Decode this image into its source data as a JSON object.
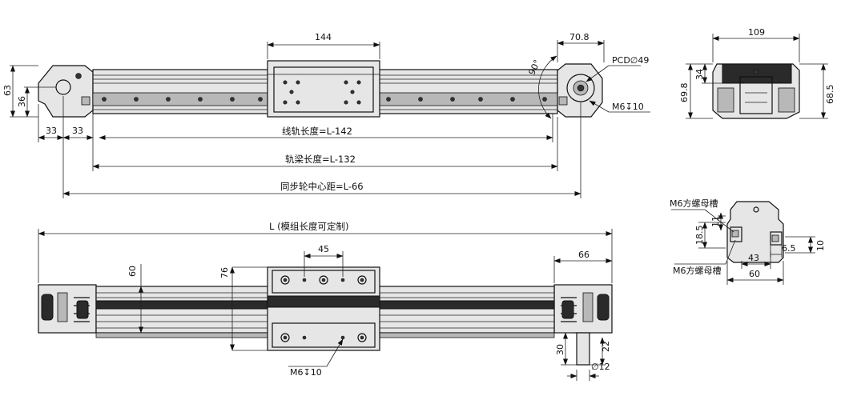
{
  "top_view": {
    "dim_144": "144",
    "dim_70_8": "70.8",
    "dim_90deg": "90°",
    "pcd": "PCD∅49",
    "m6_depth_right": "M6↧10",
    "dim_63": "63",
    "dim_36": "36",
    "dim_33_a": "33",
    "dim_33_b": "33",
    "rail_length": "线轨长度=L-142",
    "beam_length": "轨梁长度=L-132",
    "pulley_center": "同步轮中心距=L-66"
  },
  "side_view": {
    "dim_109": "109",
    "dim_69_8": "69.8",
    "dim_34": "34",
    "dim_68_5": "68.5"
  },
  "section_view": {
    "m6_nut_top": "M6方螺母槽",
    "m6_nut_bottom": "M6方螺母槽",
    "dim_11": "11",
    "dim_18_5": "18.5",
    "dim_6_5": "6.5",
    "dim_10": "10",
    "dim_43": "43",
    "dim_60": "60"
  },
  "front_view": {
    "length_label": "L (模组长度可定制)",
    "dim_45": "45",
    "dim_66": "66",
    "dim_60": "60",
    "dim_76": "76",
    "m6_depth": "M6↧10",
    "dim_30": "30",
    "dim_22": "22",
    "shaft_dia": "∅12"
  }
}
